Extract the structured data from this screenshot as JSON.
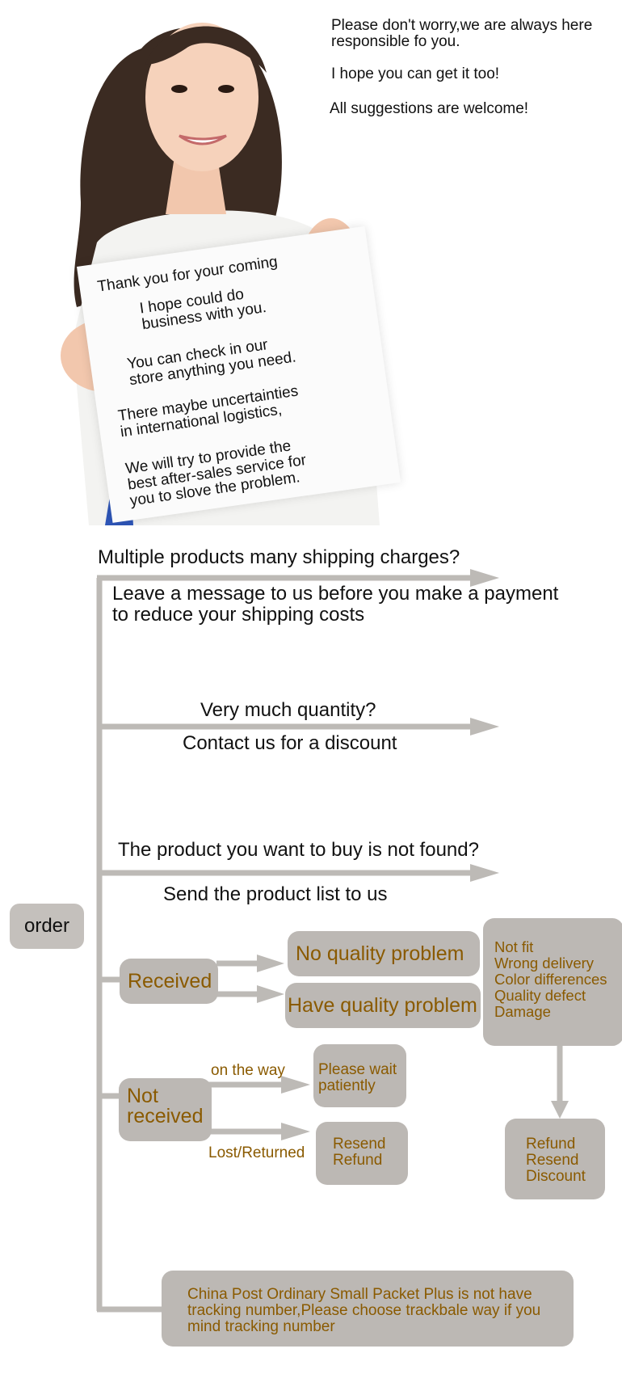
{
  "hero": {
    "right_texts": [
      "Please don't worry,we are always here",
      "responsible fo you.",
      "I hope you can get it too!",
      "All suggestions are welcome!"
    ],
    "sign_lines": [
      "Thank you for your coming",
      "I hope could do",
      "business with you.",
      "You can check in our",
      "store anything you need.",
      "There maybe uncertainties",
      "in international logistics,",
      "We will try to provide the",
      "best after-sales service for",
      "you to slove the problem."
    ]
  },
  "flow": {
    "root": "order",
    "q1": {
      "question": "Multiple products many shipping charges?",
      "answer_line1": "Leave a message to us before you make a payment",
      "answer_line2": "to reduce your shipping costs"
    },
    "q2": {
      "question": "Very much quantity?",
      "answer": "Contact us for a discount"
    },
    "q3": {
      "question": "The product you want to buy is not found?",
      "answer": "Send the product list to us"
    },
    "received": {
      "label": "Received",
      "no_quality": "No quality problem",
      "have_quality": "Have quality problem",
      "issues": [
        "Not fit",
        "Wrong delivery",
        "Color differences",
        "Quality defect",
        "Damage"
      ],
      "solutions": [
        "Refund",
        "Resend",
        "Discount"
      ]
    },
    "not_received": {
      "label_line1": "Not",
      "label_line2": "received",
      "on_the_way": "on the way",
      "lost_returned": "Lost/Returned",
      "wait_line1": "Please wait",
      "wait_line2": "patiently",
      "resend": "Resend",
      "refund": "Refund"
    },
    "notice": {
      "line1": "China Post Ordinary Small Packet Plus is not have",
      "line2": "tracking number,Please choose trackbale way if you",
      "line3": "mind tracking number"
    }
  },
  "colors": {
    "box_fill": "#bcb8b4",
    "box_text": "#8a5a00",
    "connector": "#bdbab6"
  }
}
